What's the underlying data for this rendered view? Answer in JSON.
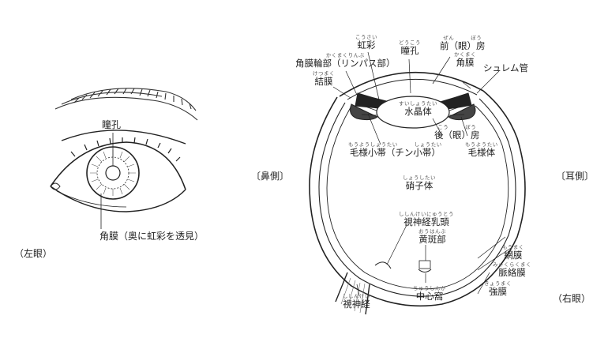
{
  "left_eye": {
    "pupil_label": "瞳孔",
    "cornea_label": "角膜（奥に虹彩を透見）",
    "side_label": "（左眼）"
  },
  "cross_section": {
    "labels": [
      {
        "key": "iris",
        "ruby": "こうさい",
        "text": "虹彩"
      },
      {
        "key": "pupil",
        "ruby": "どうこう",
        "text": "瞳孔"
      },
      {
        "key": "anterior",
        "ruby": "ぜん　　　ぼう",
        "text": "前（眼）房"
      },
      {
        "key": "cornea",
        "ruby": "かくまく",
        "text": "角膜"
      },
      {
        "key": "schlemm",
        "ruby": "",
        "text": "シュレム管"
      },
      {
        "key": "limbus",
        "ruby": "かくまくりんぶ",
        "text": "角膜輪部（リンパス部）"
      },
      {
        "key": "conjunctiva",
        "ruby": "けつまく",
        "text": "結膜"
      },
      {
        "key": "lens",
        "ruby": "すいしょうたい",
        "text": "水晶体"
      },
      {
        "key": "posterior",
        "ruby": "こう　　　ぼう",
        "text": "後（眼）房"
      },
      {
        "key": "zonule",
        "ruby": "もうようしょうたい　　　しょうたい",
        "text": "毛様小帯（チン小帯）"
      },
      {
        "key": "ciliary",
        "ruby": "もうようたい",
        "text": "毛様体"
      },
      {
        "key": "vitreous",
        "ruby": "しょうしたい",
        "text": "硝子体"
      },
      {
        "key": "disc",
        "ruby": "ししんけいにゅうとう",
        "text": "視神経乳頭"
      },
      {
        "key": "macula",
        "ruby": "おうはんぶ",
        "text": "黄斑部"
      },
      {
        "key": "retina",
        "ruby": "もうまく",
        "text": "網膜"
      },
      {
        "key": "choroid",
        "ruby": "みゃくらくまく",
        "text": "脈絡膜"
      },
      {
        "key": "fovea",
        "ruby": "ちゅうしんか",
        "text": "中心窩"
      },
      {
        "key": "sclera",
        "ruby": "きょうまく",
        "text": "強膜"
      },
      {
        "key": "nerve",
        "ruby": "ししんけい",
        "text": "視神経"
      }
    ],
    "nasal_label": "〔鼻側〕",
    "temporal_label": "〔耳側〕",
    "side_label": "（右眼）"
  }
}
